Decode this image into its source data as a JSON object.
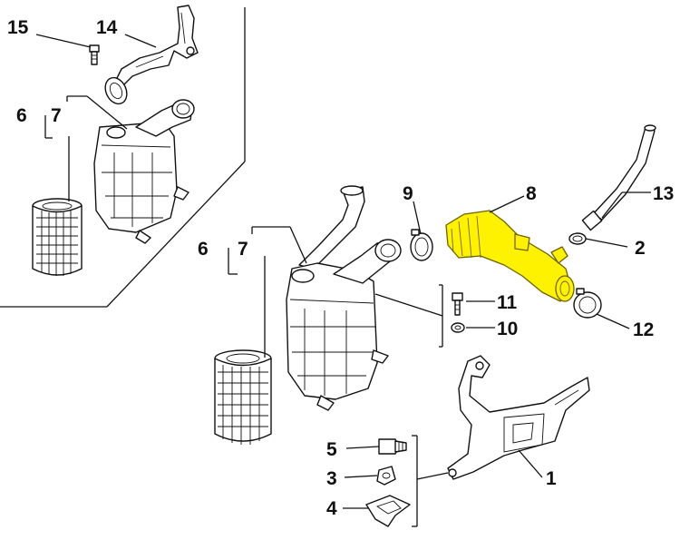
{
  "diagram": {
    "callouts": [
      {
        "id": "15",
        "label": "15"
      },
      {
        "id": "14",
        "label": "14"
      },
      {
        "id": "6a",
        "label": "6"
      },
      {
        "id": "7a",
        "label": "7"
      },
      {
        "id": "6b",
        "label": "6"
      },
      {
        "id": "7b",
        "label": "7"
      },
      {
        "id": "9",
        "label": "9"
      },
      {
        "id": "8",
        "label": "8"
      },
      {
        "id": "13",
        "label": "13"
      },
      {
        "id": "2",
        "label": "2"
      },
      {
        "id": "11",
        "label": "11"
      },
      {
        "id": "10",
        "label": "10"
      },
      {
        "id": "12",
        "label": "12"
      },
      {
        "id": "5",
        "label": "5"
      },
      {
        "id": "3",
        "label": "3"
      },
      {
        "id": "4",
        "label": "4"
      },
      {
        "id": "1",
        "label": "1"
      }
    ],
    "highlighted_part": "8",
    "highlight_color": "#fff200"
  }
}
